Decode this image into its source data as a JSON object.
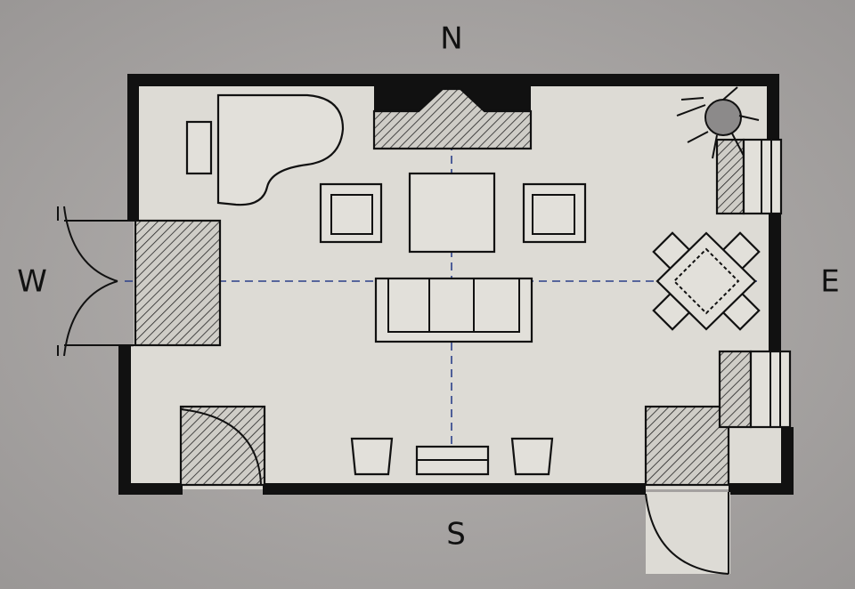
{
  "compass": {
    "north": "N",
    "south": "S",
    "west": "W",
    "east": "E"
  },
  "colors": {
    "background": "#a8a5a3",
    "floor": "#dddbd5",
    "wall": "#111111",
    "axis": "#2b3f8a"
  }
}
